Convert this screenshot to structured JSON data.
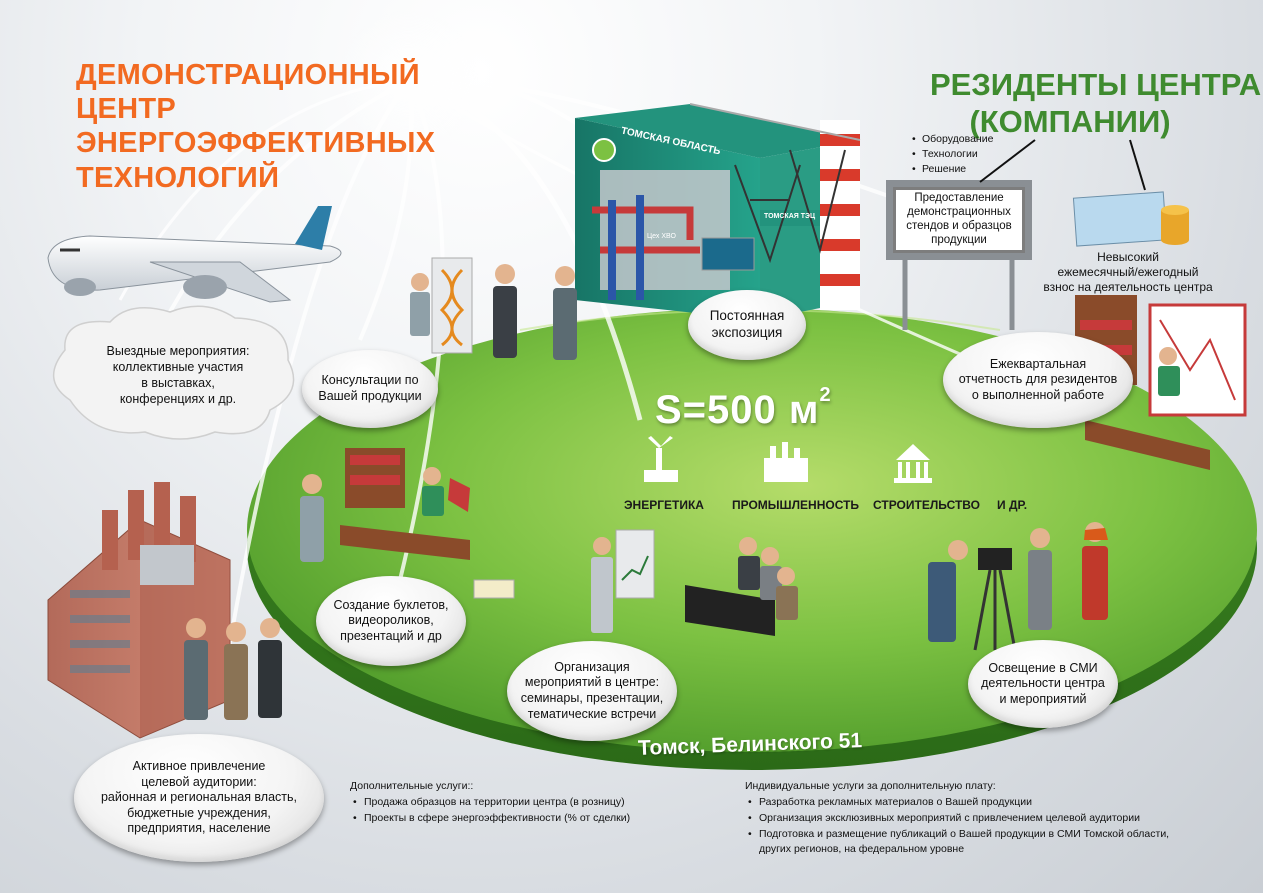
{
  "title_left": [
    "ДЕМОНСТРАЦИОННЫЙ ЦЕНТР",
    "ЭНЕРГОЭФФЕКТИВНЫХ",
    "ТЕХНОЛОГИЙ"
  ],
  "title_right": [
    "РЕЗИДЕНТЫ ЦЕНТРА",
    "(КОМПАНИИ)"
  ],
  "stand": {
    "banner": "ТОМСКАЯ ОБЛАСТЬ",
    "sign_a": "Цех ХВО",
    "sign_b": "ТОМСКАЯ ТЭЦ"
  },
  "resident_bullets": [
    "Оборудование",
    "Технологии",
    "Решение"
  ],
  "resident_sign": "Предоставление\nдемонстрационных\nстендов и образцов\nпродукции",
  "fee": [
    "Невысокий",
    "ежемесячный/ежегодный",
    "взнос на деятельность центра"
  ],
  "bubbles": {
    "outreach": "Выездные мероприятия:\nколлективные участия\nв выставках,\nконференциях и др.",
    "consulting": "Консультации по\nВашей продукции",
    "exposition": "Постоянная\nэкспозиция",
    "reporting": "Ежеквартальная\nотчетность для резидентов\nо выполненной работе",
    "booklets": "Создание буклетов,\nвидеороликов,\nпрезентаций и др",
    "events": "Организация\nмероприятий в центре:\nсеминары, презентации,\nтематические встречи",
    "media": "Освещение в СМИ\nдеятельности центра\nи мероприятий",
    "audience": "Активное привлечение\nцелевой аудитории:\nрайонная и региональная власть,\nбюджетные учреждения,\nпредприятия, население"
  },
  "area": {
    "value": "S=500 м",
    "sup": "2"
  },
  "sectors": [
    "ЭНЕРГЕТИКА",
    "ПРОМЫШЛЕННОСТЬ",
    "СТРОИТЕЛЬСТВО",
    "И ДР."
  ],
  "address": "Томск, Белинского 51",
  "additional_services": {
    "title": "Дополнительные услуги::",
    "items": [
      "Продажа образцов на территории центра (в розницу)",
      "Проекты в сфере энергоэффективности (% от сделки)"
    ]
  },
  "paid_services": {
    "title": "Индивидуальные услуги за дополнительную плату:",
    "items": [
      "Разработка рекламных материалов о Вашей продукции",
      "Организация эксклюзивных мероприятий с привлечением целевой аудитории",
      "Подготовка и размещение публикаций о Вашей продукции в СМИ Томской области,",
      "других регионов, на федеральном уровне"
    ]
  },
  "colors": {
    "orange_title": "#f26a21",
    "green_title": "#3f8b2f",
    "platform_green": "#7cc142",
    "stand_teal": "#1f8a76"
  }
}
